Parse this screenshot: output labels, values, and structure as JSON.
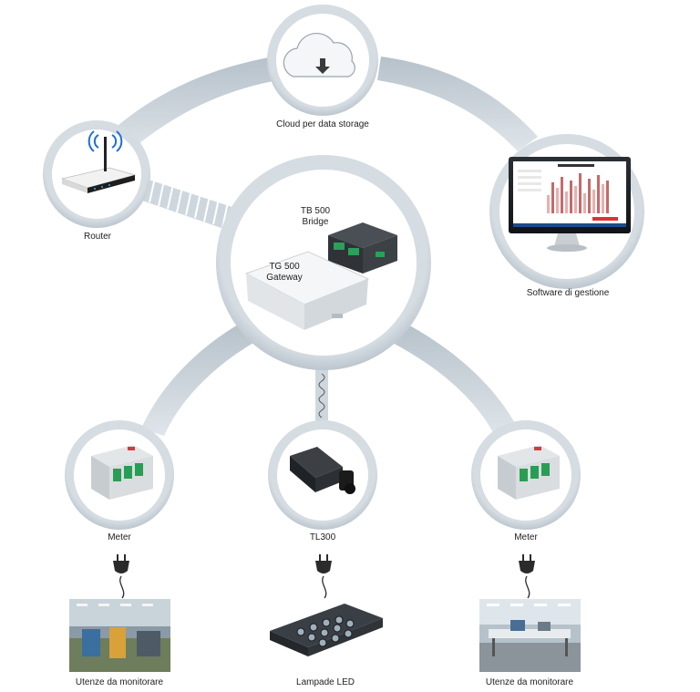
{
  "nodes": {
    "cloud": {
      "label": "Cloud per data storage"
    },
    "router": {
      "label": "Router"
    },
    "software": {
      "label": "Software di gestione"
    },
    "hub": {
      "bridge_line1": "TB 500",
      "bridge_line2": "Bridge",
      "gateway_line1": "TG 500",
      "gateway_line2": "Gateway"
    },
    "meter_left": {
      "label": "Meter"
    },
    "tl300": {
      "label": "TL300"
    },
    "meter_right": {
      "label": "Meter"
    }
  },
  "loads": {
    "left": {
      "label": "Utenze da monitorare"
    },
    "center": {
      "label": "Lampade LED"
    },
    "right": {
      "label": "Utenze da monitorare"
    }
  },
  "colors": {
    "ring": "#c9d2da",
    "ring_dark": "#9aa7b3",
    "bridge_grad_from": "#e9eef2",
    "bridge_grad_to": "#a9b5bf",
    "text": "#222222"
  }
}
